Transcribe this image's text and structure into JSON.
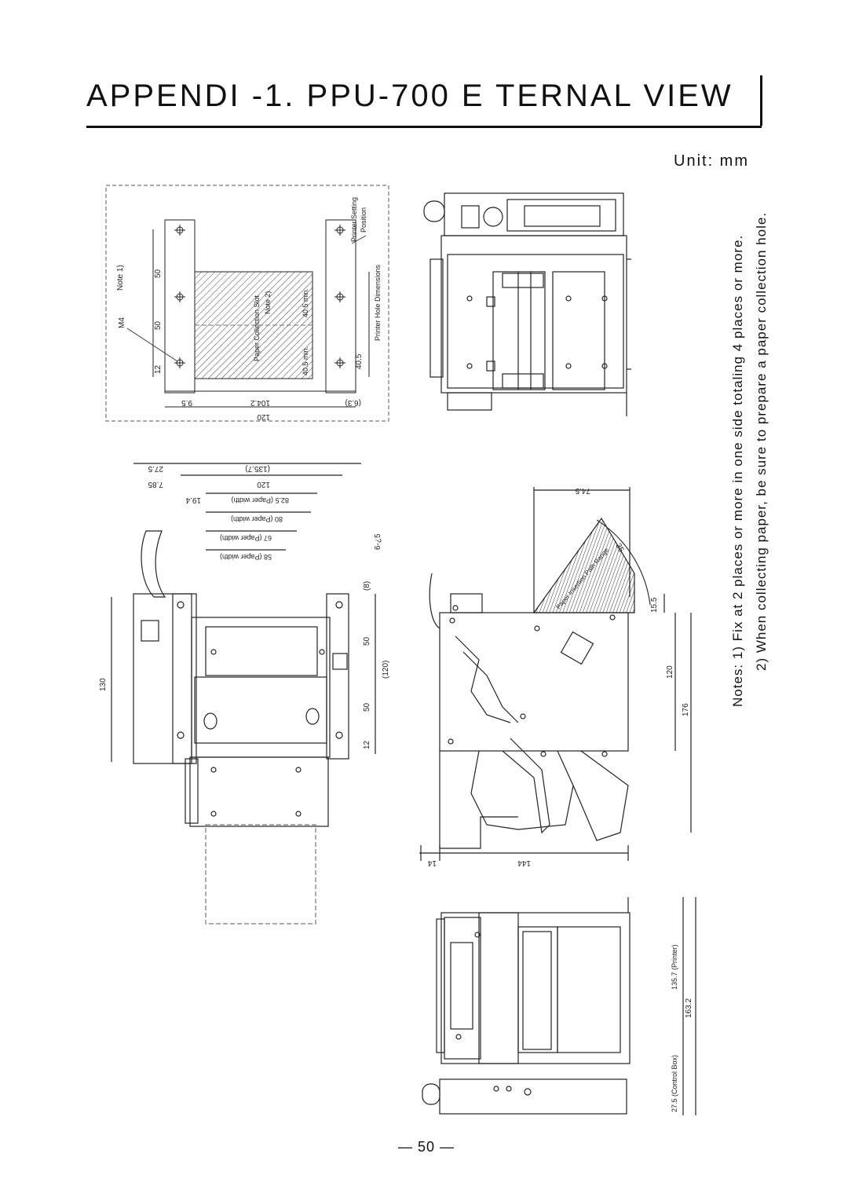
{
  "page": {
    "title": "APPENDI   -1.  PPU-700 E   TERNAL VIEW",
    "unit": "Unit: mm",
    "notes": [
      "Notes: 1)  Fix at 2 places or more in one side totaling 4 places or more.",
      "2)  When collecting paper, be sure to prepare a paper collection hole."
    ],
    "page_number": "— 50 —"
  },
  "hole_diagram": {
    "labels": {
      "note1": "Note 1)",
      "m4": "M4",
      "slot": "Paper Collection Slot",
      "note2": "Note 2)",
      "setting": "Printer Setting",
      "position": "Position",
      "hole_dims": "Printer Hole Dimensions"
    },
    "dims": {
      "d50a": "50",
      "d50b": "50",
      "d12": "12",
      "d40_5min_a": "40.5 min.",
      "d40_5min_b": "40.5 min.",
      "d40_5": "40.5",
      "d9_5": "9.5",
      "d104_2": "104.2",
      "d6_3": "(6.3)",
      "d120": "120"
    }
  },
  "top_view": {
    "dims": {
      "d27_5": "27.5",
      "d135_7": "(135.7)",
      "d7_85": "7.85",
      "d120": "120",
      "d19_4": "19.4",
      "pw82_5": "82.5 (Paper width)",
      "pw80": "80 (Paper width)",
      "pw67": "67 (Paper width)",
      "pw58": "58 (Paper width)",
      "d6_5": "6-¿5",
      "d8": "(8)",
      "d50a": "50",
      "d120p": "(120)",
      "d50b": "50",
      "d12": "12",
      "d130": "130"
    }
  },
  "side_view": {
    "dims": {
      "d74_5": "74.5",
      "d35": "35",
      "range": "Paper Insertion Path Range",
      "d15_5": "15.5",
      "d120": "120",
      "d176": "176",
      "d14": "14",
      "d144": "144"
    }
  },
  "front_view": {
    "dims": {
      "printer": "135.7 (Printer)",
      "d163_2": "163.2",
      "control": "27.5 (Control Box)"
    }
  }
}
